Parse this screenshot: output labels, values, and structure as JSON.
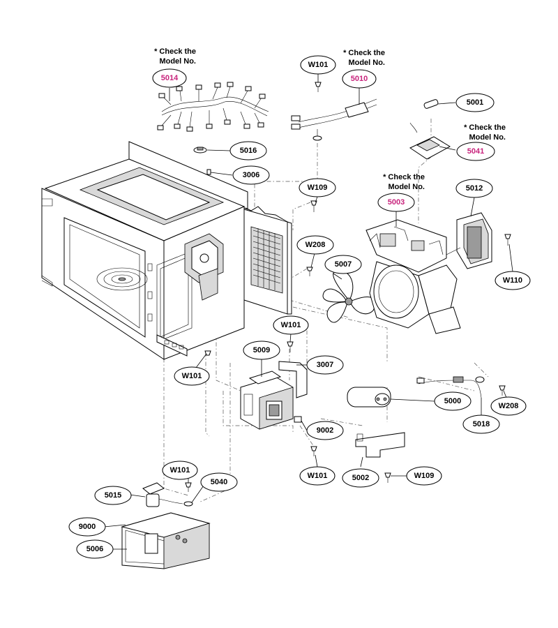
{
  "note_text": [
    "* Check the",
    "Model No."
  ],
  "notes": [
    {
      "id": "note-5014"
    },
    {
      "id": "note-5010"
    },
    {
      "id": "note-5041"
    },
    {
      "id": "note-5003"
    }
  ],
  "callouts": {
    "c5014": "5014",
    "c5010": "5010",
    "c5041": "5041",
    "c5003": "5003",
    "cW101a": "W101",
    "c5001": "5001",
    "c5016": "5016",
    "c3006": "3006",
    "cW109a": "W109",
    "c5012": "5012",
    "cW208a": "W208",
    "c5007": "5007",
    "cW110": "W110",
    "cW101b": "W101",
    "c5009": "5009",
    "c3007": "3007",
    "cW101c": "W101",
    "c5000": "5000",
    "cW208b": "W208",
    "c5018": "5018",
    "c9002": "9002",
    "cW101d": "W101",
    "c5002": "5002",
    "cW109b": "W109",
    "cW101e": "W101",
    "c5040": "5040",
    "c5015": "5015",
    "c9000": "9000",
    "c5006": "5006"
  },
  "colors": {
    "highlight": "#c8237c",
    "line": "#000000"
  }
}
